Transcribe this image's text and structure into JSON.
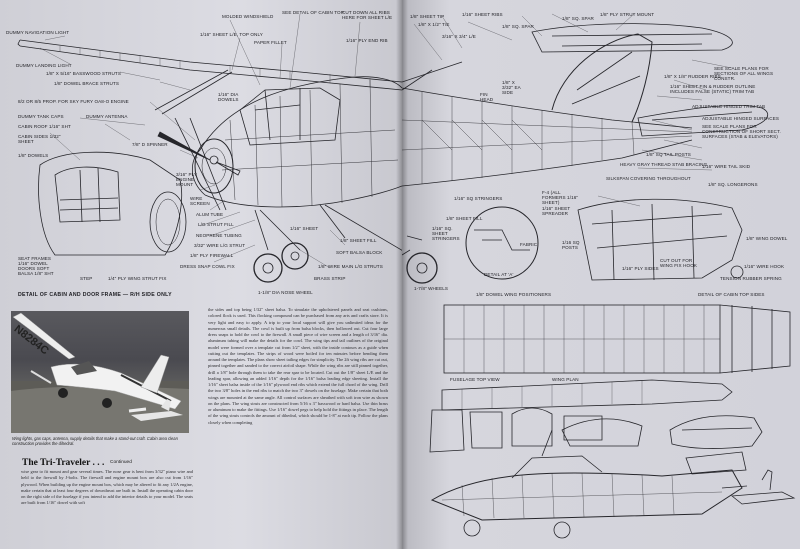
{
  "left_page": {
    "labels": [
      {
        "id": "dummy-navigation-light",
        "text": "DUMMY NAVIGATION LIGHT"
      },
      {
        "id": "molded-windshield",
        "text": "MOLDED WINDSHIELD"
      },
      {
        "id": "see-detail-cabin-top",
        "text": "SEE DETAIL OF CABIN TOP"
      },
      {
        "id": "cut-down-all-ribs",
        "text": "CUT DOWN ALL RIBS HERE FOR SHEET L/E"
      },
      {
        "id": "sheet-le-top-only",
        "text": "1/16\" SHEET L/E, TOP ONLY"
      },
      {
        "id": "paper-fillet",
        "text": "PAPER FILLET"
      },
      {
        "id": "ply-end-rib",
        "text": "1/16\" PLY END RIB"
      },
      {
        "id": "dummy-landing-light",
        "text": "DUMMY LANDING LIGHT"
      },
      {
        "id": "basswood-struts",
        "text": "1/8\" X 5/16\" BASSWOOD STRUTS"
      },
      {
        "id": "dowel-brace-struts",
        "text": "1/8\" DOWEL BRACE STRUTS"
      },
      {
        "id": "dia-dowels",
        "text": "1/16\" DIA DOWELS"
      },
      {
        "id": "prop-engine",
        "text": "8/2 OR 8/5 PROP. FOR SKY FURY OA8-O ENGINE"
      },
      {
        "id": "dummy-tank-caps",
        "text": "DUMMY TANK CAPS"
      },
      {
        "id": "dummy-antenna",
        "text": "DUMMY ANTENNA"
      },
      {
        "id": "cabin-roof",
        "text": "CABIN ROOF 1/16\" SHT"
      },
      {
        "id": "cabin-sides",
        "text": "CABIN SIDES 1/32\" SHEET"
      },
      {
        "id": "spinner",
        "text": "7/8\" D SPINNER"
      },
      {
        "id": "dowels-left",
        "text": "1/8\" DOWELS"
      },
      {
        "id": "engine-mount",
        "text": "3/16\" PLY ENGINE MOUNT"
      },
      {
        "id": "wire-screen",
        "text": "WIRE SCREEN"
      },
      {
        "id": "alum-tube",
        "text": "ALUM TUBE"
      },
      {
        "id": "lg-strut-fill",
        "text": "L/G STRUT FILL"
      },
      {
        "id": "neoprene-tubing",
        "text": "NEOPRENE TUBING"
      },
      {
        "id": "wire-lg-strut",
        "text": "3/32\" WIRE L/G STRUT"
      },
      {
        "id": "ply-firewall",
        "text": "1/8\" PLY FIREWALL"
      },
      {
        "id": "dress-snap-cowl-fix",
        "text": "DRESS SNAP COWL FIX"
      },
      {
        "id": "seat-frames",
        "text": "SEAT FRAMES 1/16\" DOWEL DOORS SOFT BALSA 1/8\" SHT"
      },
      {
        "id": "step",
        "text": "STEP"
      },
      {
        "id": "ply-wing-strut-fix",
        "text": "1/4\" PLY WING STRUT FIX"
      },
      {
        "id": "sheet-mid",
        "text": "1/16\" SHEET"
      },
      {
        "id": "sheet-fill",
        "text": "1/8\" SHEET FILL"
      },
      {
        "id": "soft-balsa-block",
        "text": "SOFT BALSA BLOCK"
      },
      {
        "id": "wire-main-lg-struts",
        "text": "1/8\" WIRE MAIN L/G STRUTS"
      },
      {
        "id": "brass-strip",
        "text": "BRASS STRIP"
      },
      {
        "id": "dia-nose-wheel",
        "text": "1-1/8\" DIA NOSE WHEEL"
      }
    ],
    "bottom_caption": "DETAIL OF CABIN AND DOOR FRAME — R/H SIDE ONLY",
    "photo_registration": "N8284C",
    "photo_caption": "Wing lights, gas caps, antenna, supply details that make a stand-out craft. Cabin area clean construction provides the dihedral.",
    "story_title": "The Tri-Traveler . . .",
    "story_continued": "Continued",
    "column_a": "wise gear to fit mount and gear several times. The nose gear is bent from 3/32\" piano wire and held to the firewall by J-bolts. The firewall and engine mount box are also cut from 1/16\" plywood. When building up the engine mount box, which may be altered to fit any 1/2A engine, make certain that at least four degrees of downthrust are built in. Install the operating cabin door on the right side of the fuselage if you intend to add the interior details to your model. The seats are built from 1/16\" dowel with soft",
    "column_b": "the sides and top being 1/32\" sheet balsa. To simulate the upholstered panels and seat cushions, colored flock is used. This flocking compound can be purchased from any arts and crafts store. It is very light and easy to apply. A trip to your local support will give you unlimited ideas for the numerous small details. The cowl is built up from balsa blocks, then hollowed out. Cut four large dress snaps to hold the cowl to the firewall. A small piece of wire screen and a length of 3/16\" dia. aluminum tubing will make the details for the cowl. The wing tips and tail outlines of the original model were formed over a template cut from 1/2\" sheet, with the inside contours as a guide when cutting out the templates. The strips of wood were boiled for ten minutes before bending them around the templates. The plans show sheet tailing edges for simplicity. The 2ft wing ribs are cut out, pinned together and sanded to the correct airfoil shape. While the wing ribs are still pinned together, drill a 1/8\" hole through them to take the rear spar to be located. Cut out the 1/8\" sheet L/E and the leading spar, allowing an added 1/16\" depth for the 1/16\" balsa leading edge sheeting. Install the 1/16\" sheet balsa inside of the 1/16\" plywood end ribs which extend the full chord of the wing. Drill the two 3/8\" holes in the end ribs to match the two 3\" dowels on the fuselage. Make certain that both wings are mounted at the same angle. All control surfaces are sheathed with soft iron wire as shown on the plans. The wing struts are constructed from 5/16 x 3\" basswood or hard balsa. Use thin brass or aluminum to make the fittings. Use 1/16\" dowel pegs to help hold the fittings in place. The length of the wing struts controls the amount of dihedral, which should be 1-8\" at each tip. Follow the plans closely when completing"
  },
  "right_page": {
    "labels": [
      {
        "id": "sheet-tip",
        "text": "1/8\" SHEET TIP"
      },
      {
        "id": "ply-strut-mount",
        "text": "1/8\" PLY STRUT MOUNT"
      },
      {
        "id": "v2-te",
        "text": "1/8\" X 1/2\" T/E"
      },
      {
        "id": "sheet-ribs",
        "text": "1/16\" SHEET RIBS"
      },
      {
        "id": "sq-spar-a",
        "text": "1/8\" SQ. SPAR"
      },
      {
        "id": "sq-spar-b",
        "text": "1/8\" SQ. SPAR"
      },
      {
        "id": "le",
        "text": "3/16\" X 3/4\" L/E"
      },
      {
        "id": "see-scale-plans",
        "text": "SEE SCALE PLANS FOR SECTIONS OF ALL WINGS CONSTR."
      },
      {
        "id": "rudder-ribs",
        "text": "1/8\" X 1/8\" RUDDER RIBS"
      },
      {
        "id": "ea-side",
        "text": "1/8\" X 3/32\" EA SIDE"
      },
      {
        "id": "fin-rudder-outline",
        "text": "1/16\" SHEET FIN & RUDDER OUTLINE INCLUDES FALSE (STATIC) TRIM TAB"
      },
      {
        "id": "fin-head",
        "text": "FIN HEAD"
      },
      {
        "id": "adjustable-trim-tab",
        "text": "ADJUSTABLE HINGED TRIM TAB"
      },
      {
        "id": "adjustable-hinged-surfaces",
        "text": "ADJUSTABLE HINGED SURFACES"
      },
      {
        "id": "see-scale-plans-2",
        "text": "SEE SCALE PLANS FOR CONSTRUCTION OF SHORT SECT. SURFACES (STAB & ELEVATORS)"
      },
      {
        "id": "sq-longerons",
        "text": "1/8\" SQ. LONGERONS"
      },
      {
        "id": "sq-tail-posts",
        "text": "1/8\" SQ TAIL POSTS"
      },
      {
        "id": "heavy-gray-thread",
        "text": "HEAVY GRAY THREAD STAB BRACING"
      },
      {
        "id": "silkspan-covering",
        "text": "SILKSPAN COVERING THROUGHOUT"
      },
      {
        "id": "wire-tail-skid",
        "text": "1/16\" WIRE TAIL SKID"
      },
      {
        "id": "detail-cabin-top-sides",
        "text": "DETAIL OF CABIN TOP SIDES"
      },
      {
        "id": "f4-sheet",
        "text": "F-4 (ALL FORMERS 1/16\" SHEET)"
      },
      {
        "id": "sheet-spreader",
        "text": "1/16\" SHEET SPREADER"
      },
      {
        "id": "sq-stringers",
        "text": "1/16\" SQ STRINGERS"
      },
      {
        "id": "sheet-fill-r",
        "text": "1/8\" SHEET FILL"
      },
      {
        "id": "sq-stringers-b",
        "text": "1/16\" SQ. SHEET STRINGERS"
      },
      {
        "id": "fabric",
        "text": "FABRIC"
      },
      {
        "id": "detail-at-a",
        "text": "DETAIL AT 'A'"
      },
      {
        "id": "sq-posts",
        "text": "1/16 SQ POSTS"
      },
      {
        "id": "ply-sides",
        "text": "1/16\" PLY SIDES"
      },
      {
        "id": "wing-dowel",
        "text": "1/8\" WING DOWEL"
      },
      {
        "id": "cut-out-wing-fix-hook",
        "text": "CUT OUT FOR WING FIX HOOK"
      },
      {
        "id": "wire-hook",
        "text": "1/16\" WIRE HOOK"
      },
      {
        "id": "tension-rubber-spring",
        "text": "TENSION RUBBER SPRING"
      },
      {
        "id": "wheels",
        "text": "1-7/8\" WHEELS"
      },
      {
        "id": "dowel-wing-positioners",
        "text": "1/8\" DOWEL WING POSITIONERS"
      },
      {
        "id": "fuselage-top-view",
        "text": "FUSELAGE TOP VIEW"
      },
      {
        "id": "wing-plan",
        "text": "WING PLAN"
      }
    ]
  }
}
